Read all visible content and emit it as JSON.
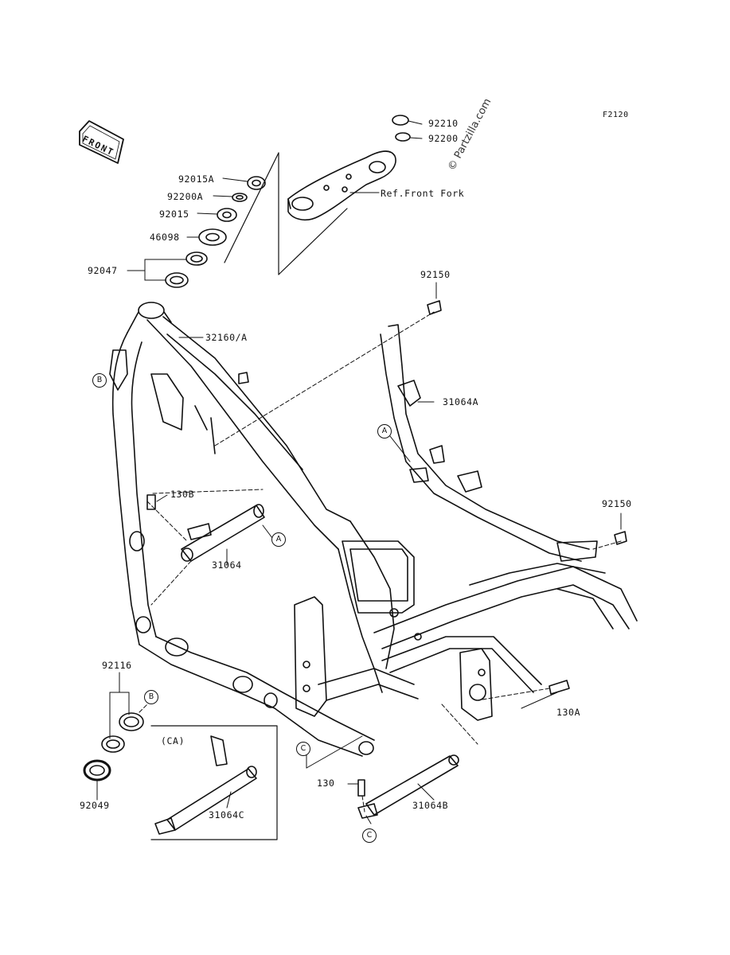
{
  "sheet_code": "F2120",
  "watermark": "© Partzilla.com",
  "front_label": "FRONT",
  "reference_label": "Ref.Front Fork",
  "part_labels": {
    "p92210": "92210",
    "p92200": "92200",
    "p92015a": "92015A",
    "p92200a": "92200A",
    "p92015": "92015",
    "p46098": "46098",
    "p92047": "92047",
    "p32160a": "32160/A",
    "p92150_top": "92150",
    "p31064a": "31064A",
    "p130b": "130B",
    "p31064": "31064",
    "p92150_right": "92150",
    "p130a": "130A",
    "p92116": "92116",
    "p92049": "92049",
    "p31064c": "31064C",
    "p130": "130",
    "p31064b": "31064B",
    "ca": "(CA)"
  },
  "callouts": {
    "a1": "A",
    "a2": "A",
    "b1": "B",
    "b2": "B",
    "c1": "C",
    "c2": "C"
  },
  "footer": {
    "line1": "",
    "line2": ""
  }
}
